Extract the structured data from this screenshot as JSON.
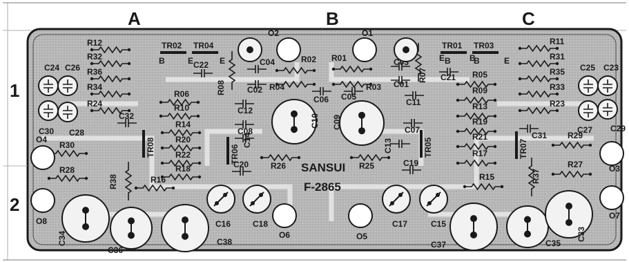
{
  "columns": [
    "A",
    "B",
    "C"
  ],
  "rows": [
    "1",
    "2"
  ],
  "brand": {
    "name": "SANSUI",
    "model": "F-2865"
  },
  "resistors_h": [
    "R12",
    "R32",
    "R36",
    "R34",
    "R24",
    "R06",
    "R10",
    "R14",
    "R20",
    "R22",
    "R18",
    "R16",
    "R30",
    "R28",
    "R02",
    "R04",
    "R01",
    "R03",
    "R26",
    "R25",
    "R11",
    "R31",
    "R35",
    "R33",
    "R23",
    "R05",
    "R09",
    "R13",
    "R19",
    "R21",
    "R17",
    "R15",
    "R29",
    "R27"
  ],
  "resistors_v": [
    "R08",
    "R38",
    "R07",
    "R37"
  ],
  "caps_small": [
    "C22",
    "C04",
    "C02",
    "C12",
    "C08",
    "C14",
    "C20",
    "C32",
    "C03",
    "C01",
    "C21",
    "C06",
    "C05",
    "C11",
    "C07",
    "C13",
    "C19",
    "C31"
  ],
  "caps_round": [
    "C24",
    "C26",
    "C30",
    "C28",
    "C25",
    "C23",
    "C27",
    "C29"
  ],
  "caps_large": [
    "C10",
    "C09",
    "C34",
    "C36",
    "C38",
    "C37",
    "C35",
    "C33"
  ],
  "caps_tilted": [
    "C16",
    "C18",
    "C17",
    "C15"
  ],
  "holes": [
    "O2",
    "O1",
    "O4",
    "O8",
    "O6",
    "O5",
    "O3",
    "O7"
  ],
  "transistors": [
    "TR02",
    "TR04",
    "TR01",
    "TR03",
    "TR08",
    "TR06",
    "TR05",
    "TR07"
  ],
  "pins": [
    "B",
    "E",
    "E",
    "B",
    "B",
    "E",
    "E",
    "B"
  ]
}
